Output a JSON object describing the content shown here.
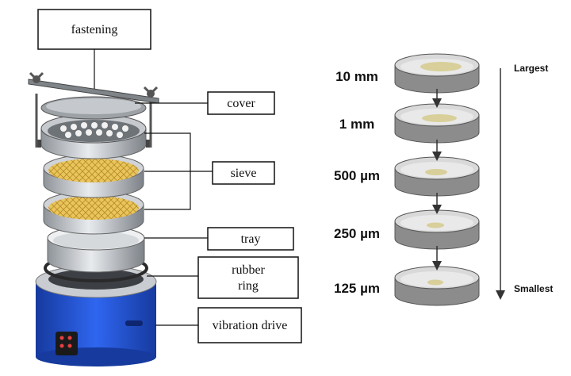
{
  "apparatus": {
    "labels": {
      "fastening": "fastening",
      "cover": "cover",
      "sieve": "sieve",
      "tray": "tray",
      "rubber_line1": "rubber",
      "rubber_line2": "ring",
      "vibration": "vibration drive"
    }
  },
  "sieve_series": {
    "sizes": [
      "10 mm",
      "1 mm",
      "500 µm",
      "250 µm",
      "125 µm"
    ],
    "scale_top": "Largest",
    "scale_bottom": "Smallest"
  },
  "colors": {
    "drive_blue": "#1f4fd6",
    "mesh_gold": "#e8c35a",
    "metal": "#b9bcc0",
    "dish_gray": "#8c8c8c",
    "sample": "#d8cf9a"
  }
}
